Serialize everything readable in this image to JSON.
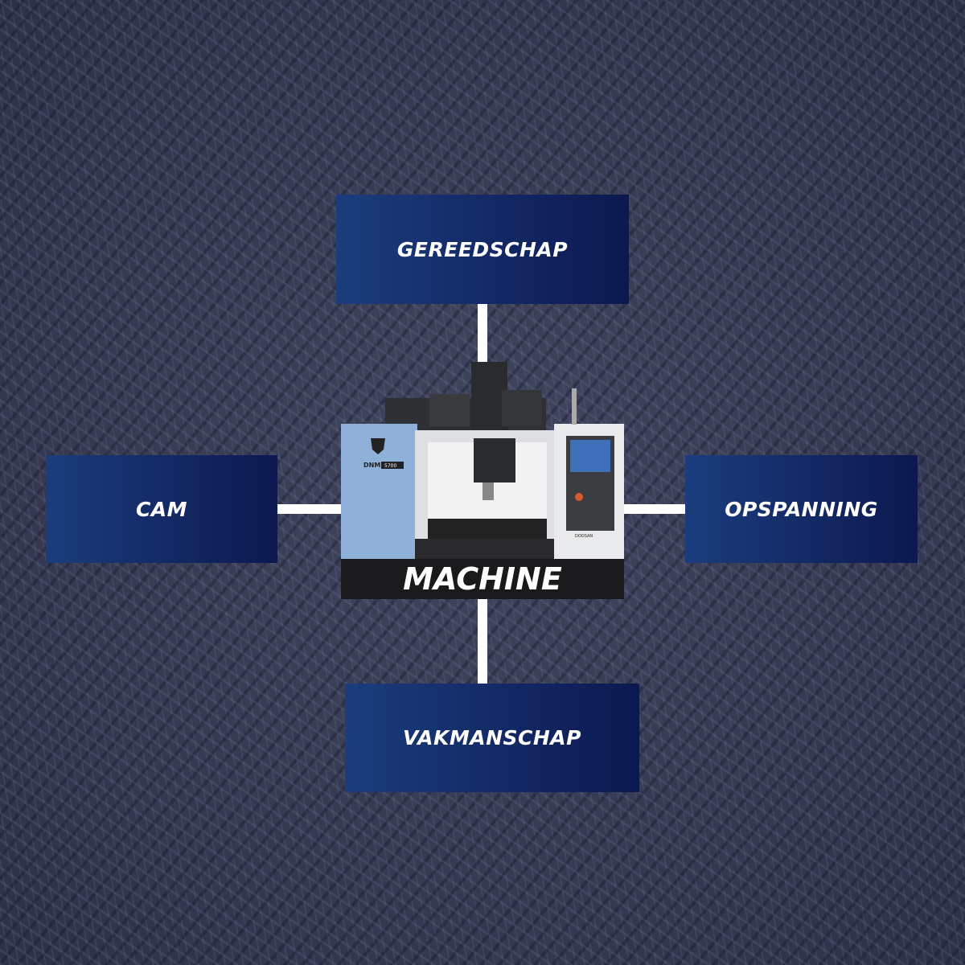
{
  "center": {
    "label": "MACHINE",
    "logo_text": [
      "DNM",
      "5700",
      "DOOSAN"
    ]
  },
  "nodes": {
    "top": "GEREEDSCHAP",
    "left": "CAM",
    "right": "OPSPANNING",
    "bottom": "VAKMANSCHAP"
  },
  "colors": {
    "box_start": "#1b3d7d",
    "box_end": "#0c1850",
    "connector": "#ffffff"
  }
}
